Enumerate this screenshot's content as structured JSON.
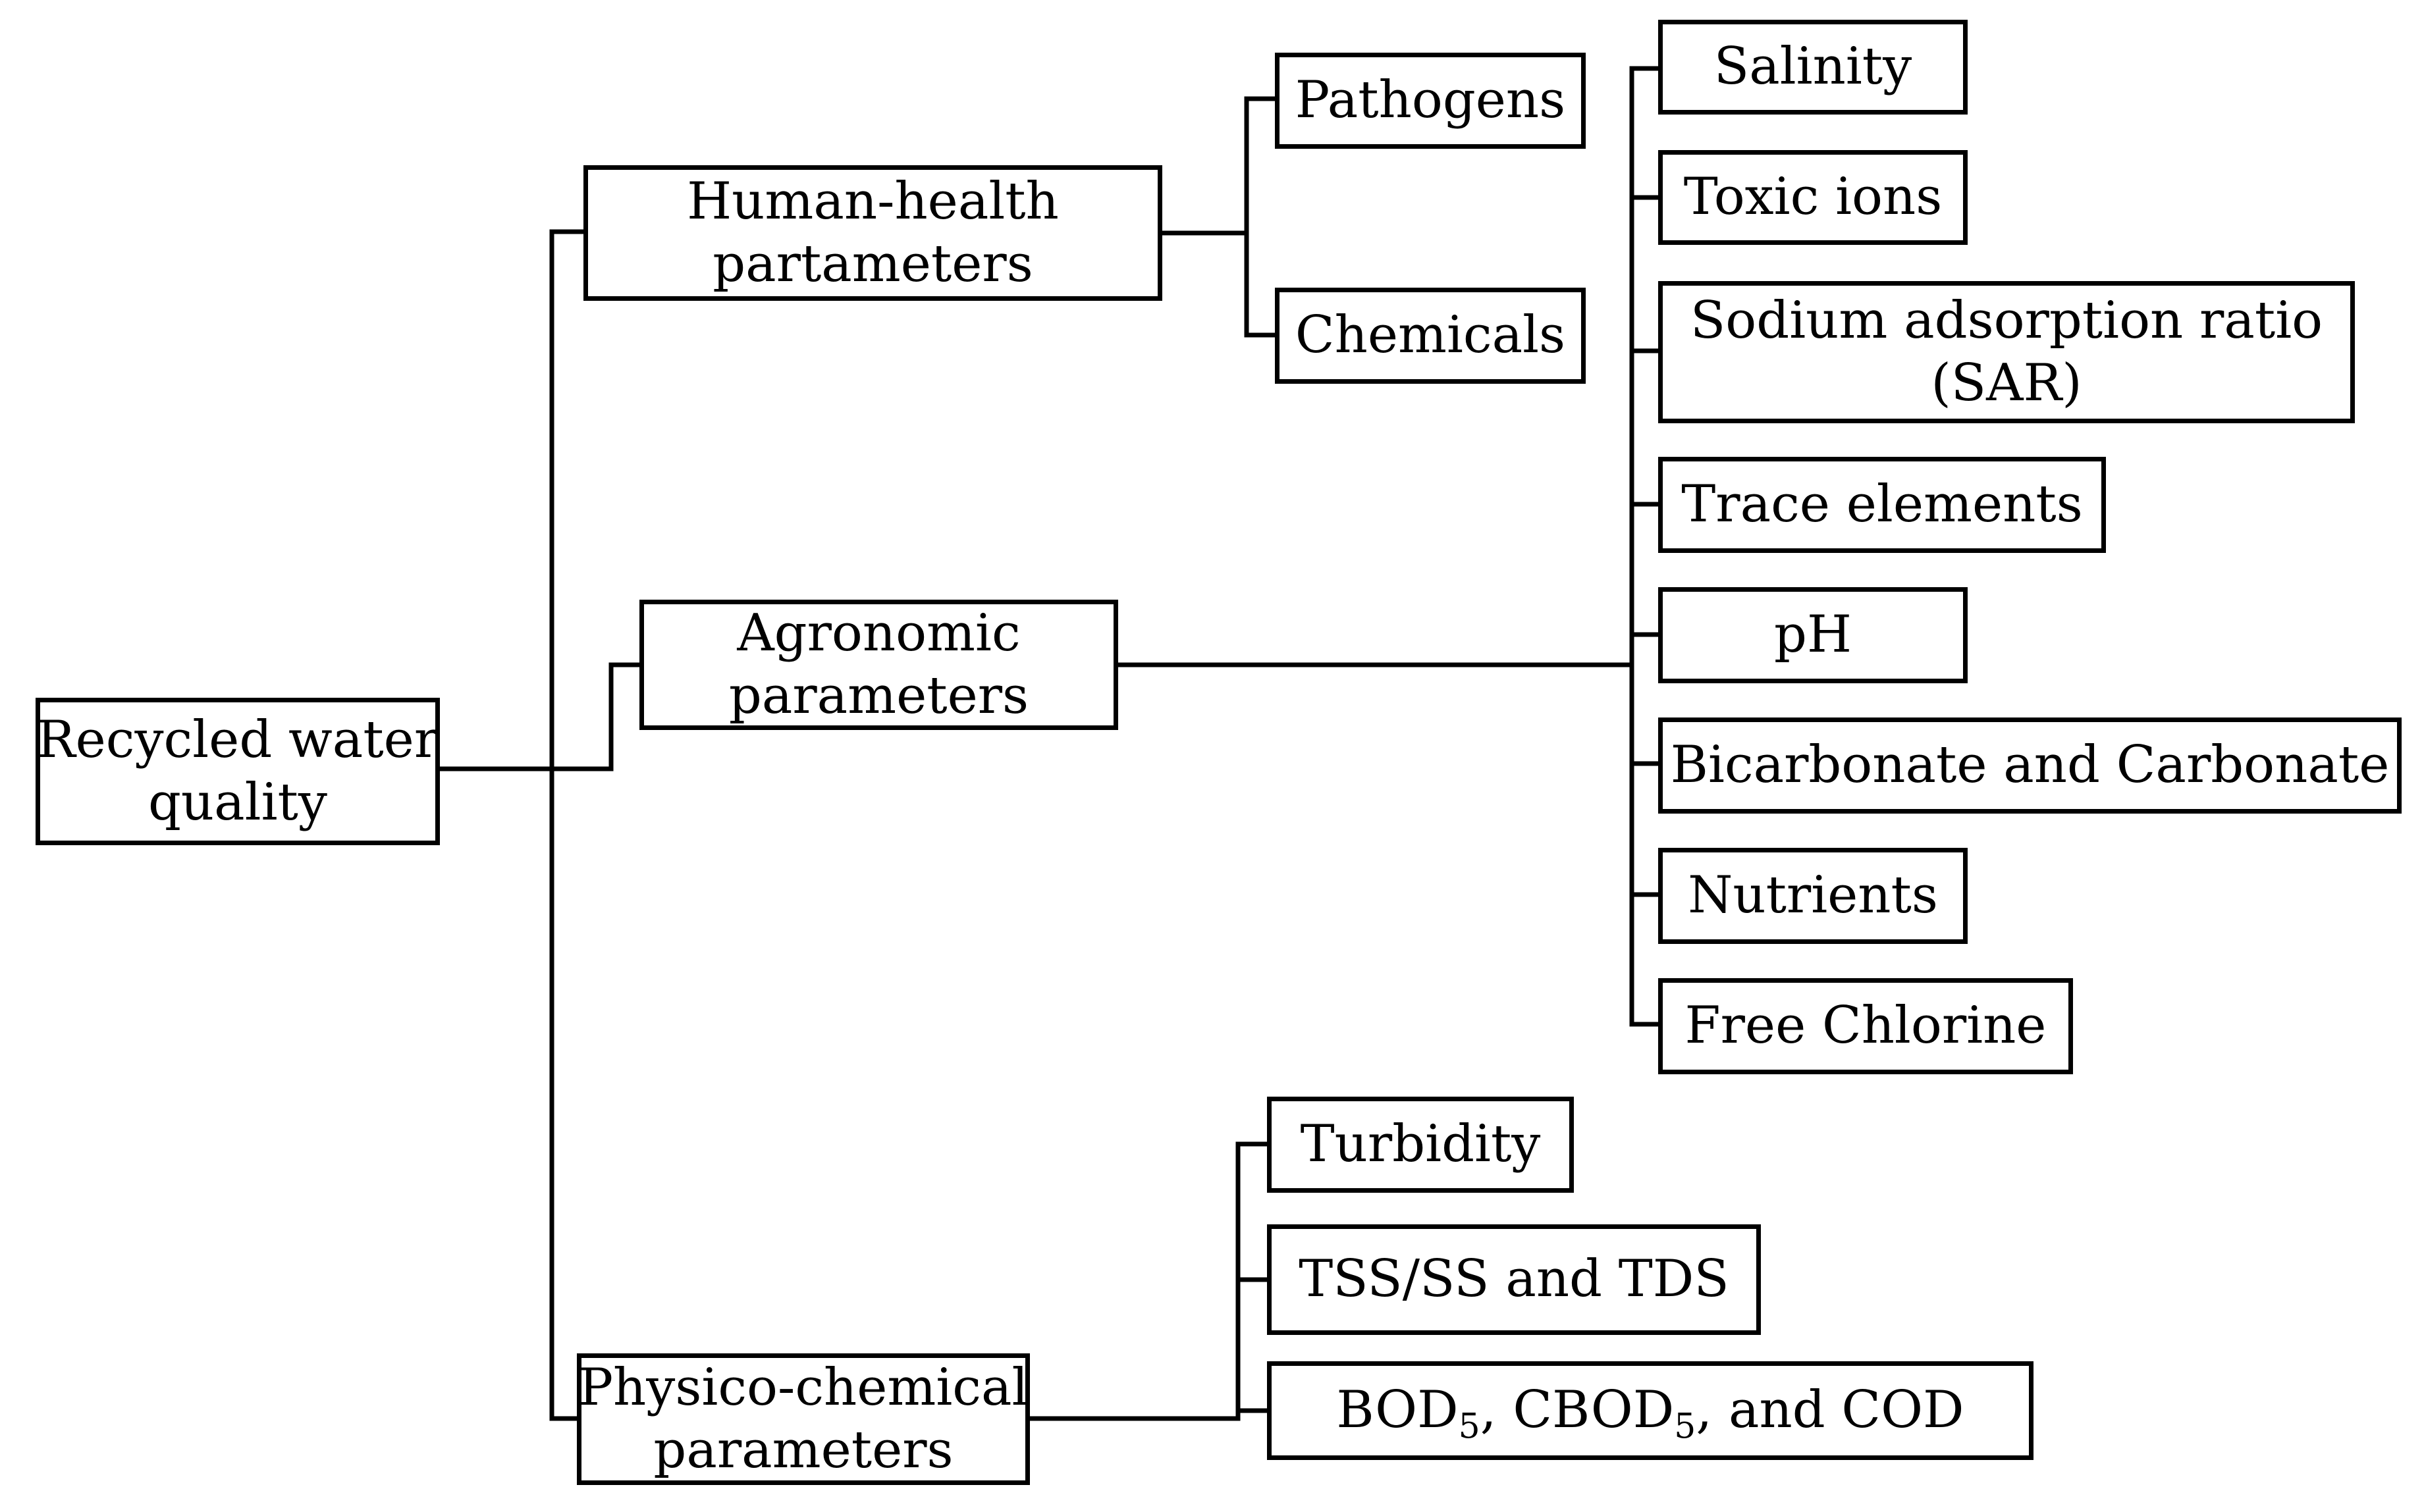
{
  "root": {
    "line1": "Recycled water",
    "line2": "quality"
  },
  "categories": {
    "human_health": {
      "line1": "Human-health",
      "line2": "partameters"
    },
    "agronomic": {
      "line1": "Agronomic",
      "line2": "parameters"
    },
    "physico_chemical": {
      "line1": "Physico-chemical",
      "line2": "parameters"
    }
  },
  "human_health_items": [
    "Pathogens",
    "Chemicals"
  ],
  "agronomic_items": {
    "salinity": "Salinity",
    "toxic_ions": "Toxic ions",
    "sar_line1": "Sodium adsorption ratio",
    "sar_line2": "(SAR)",
    "trace_elements": "Trace elements",
    "ph": "pH",
    "bicarbonate": "Bicarbonate and Carbonate",
    "nutrients": "Nutrients",
    "free_chlorine": "Free Chlorine"
  },
  "physico_chemical_items": {
    "turbidity": "Turbidity",
    "solids": "TSS/SS and TDS",
    "oxygen_demand": {
      "part1": "BOD",
      "sub1": "5",
      "part2": ", CBOD",
      "sub2": "5",
      "part3": ", and COD"
    }
  }
}
